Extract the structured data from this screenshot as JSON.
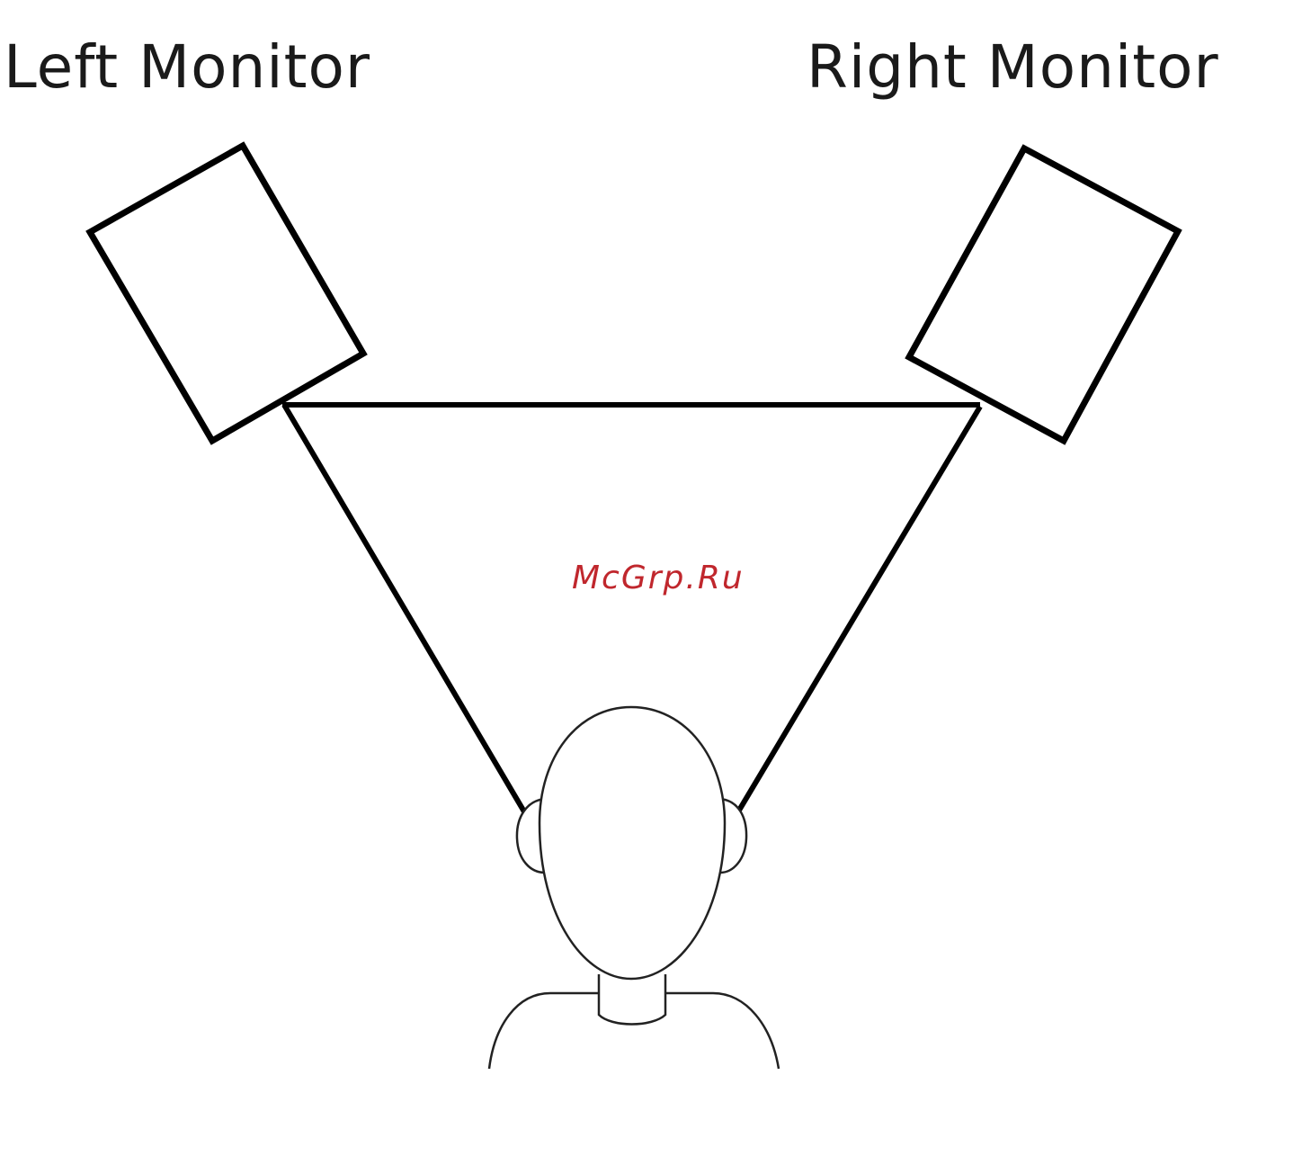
{
  "labels": {
    "left_monitor": "Left Monitor",
    "right_monitor": "Right Monitor"
  },
  "watermark": "McGrp.Ru",
  "colors": {
    "line": "#000000",
    "text": "#1a1a1a",
    "watermark": "#c0272d"
  }
}
